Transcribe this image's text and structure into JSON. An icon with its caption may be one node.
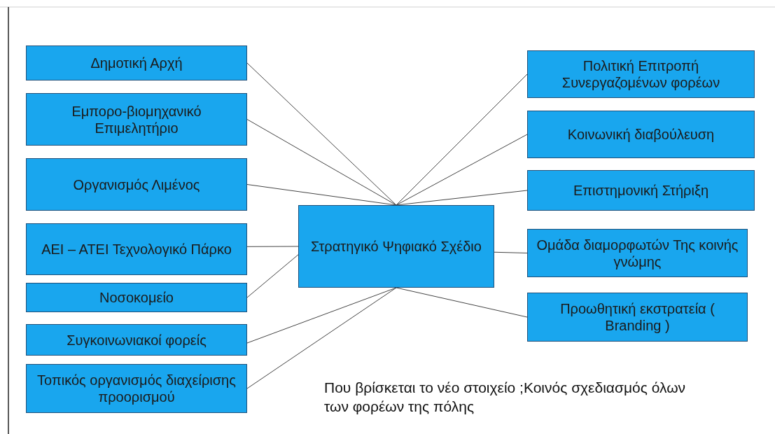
{
  "diagram": {
    "nodes": [
      {
        "text": [
          "Στρατηγικό Ψηφιακό Σχέδιο"
        ]
      },
      {
        "text": [
          "Δημοτική Αρχή"
        ]
      },
      {
        "text": [
          "Εμπορο-βιομηχανικό Επιμελητήριο"
        ]
      },
      {
        "text": [
          "Οργανισμός Λιμένος"
        ]
      },
      {
        "text": [
          "ΑΕΙ – ΑΤΕΙ Τεχνολογικό Πάρκο"
        ]
      },
      {
        "text": [
          "Νοσοκομείο"
        ]
      },
      {
        "text": [
          "Συγκοινωνιακοί φορείς"
        ]
      },
      {
        "text": [
          "Τοπικός οργανισμός διαχείρισης προορισμού"
        ]
      },
      {
        "text": [
          "Πολιτική Επιτροπή Συνεργαζομένων φορέων"
        ]
      },
      {
        "text": [
          "Κοινωνική διαβούλευση"
        ]
      },
      {
        "text": [
          "Επιστημονική Στήριξη"
        ]
      },
      {
        "text": [
          "Ομάδα διαμορφωτών Της κοινής γνώμης"
        ]
      },
      {
        "text": [
          "Προωθητική εκστρατεία ( Branding )"
        ]
      }
    ],
    "edges": [
      {
        "from": 0,
        "to": 1,
        "arrow": "none"
      },
      {
        "from": 0,
        "to": 2,
        "arrow": "none"
      },
      {
        "from": 0,
        "to": 3,
        "arrow": "none"
      },
      {
        "from": 0,
        "to": 4,
        "arrow": "none"
      },
      {
        "from": 0,
        "to": 5,
        "arrow": "none"
      },
      {
        "from": 0,
        "to": 6,
        "arrow": "none"
      },
      {
        "from": 0,
        "to": 7,
        "arrow": "none"
      },
      {
        "from": 0,
        "to": 8,
        "arrow": "none"
      },
      {
        "from": 0,
        "to": 9,
        "arrow": "none"
      },
      {
        "from": 0,
        "to": 10,
        "arrow": "none"
      },
      {
        "from": 0,
        "to": 11,
        "arrow": "none"
      },
      {
        "from": 0,
        "to": 12,
        "arrow": "none"
      }
    ],
    "labels": [
      "Που βρίσκεται το νέο στοιχείο ;Κοινός σχεδιασμός όλων των φορέων της πόλης"
    ]
  }
}
